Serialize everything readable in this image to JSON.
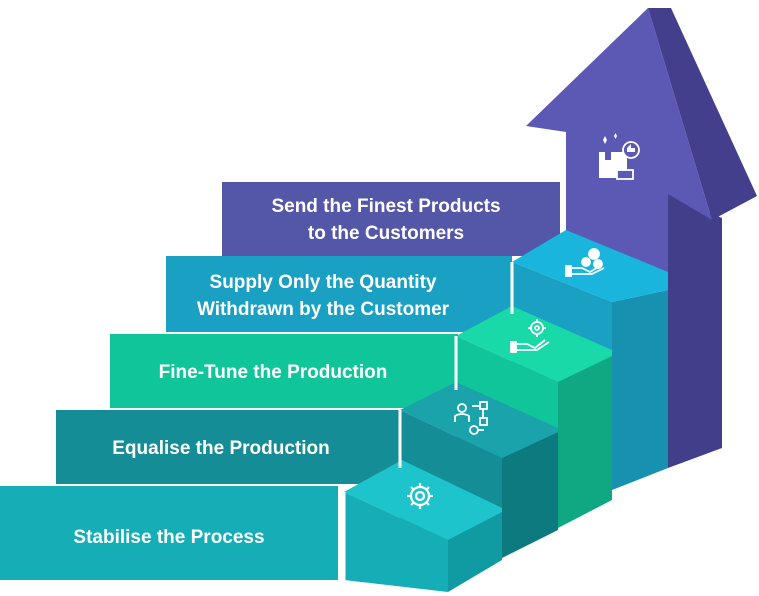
{
  "steps": [
    {
      "label": "Stabilise the Process",
      "color": "#15aeb7",
      "icon": "gear-refresh-icon"
    },
    {
      "label": "Equalise the Production",
      "color": "#158d96",
      "icon": "worker-flowchart-icon"
    },
    {
      "label": "Fine-Tune the Production",
      "color": "#11c59a",
      "icon": "hand-gear-icon"
    },
    {
      "label_line1": "Supply Only the Quantity",
      "label_line2": "Withdrawn by the Customer",
      "color": "#1aa0c2",
      "icon": "hand-coins-icon"
    },
    {
      "label_line1": "Send the Finest Products",
      "label_line2": "to the Customers",
      "color": "#5456a8",
      "icon": "box-thumbs-up-icon"
    }
  ],
  "colors": {
    "arrow_front": "#5b59b4",
    "arrow_side": "#433f8c",
    "shaft_side": "#423f8a"
  }
}
